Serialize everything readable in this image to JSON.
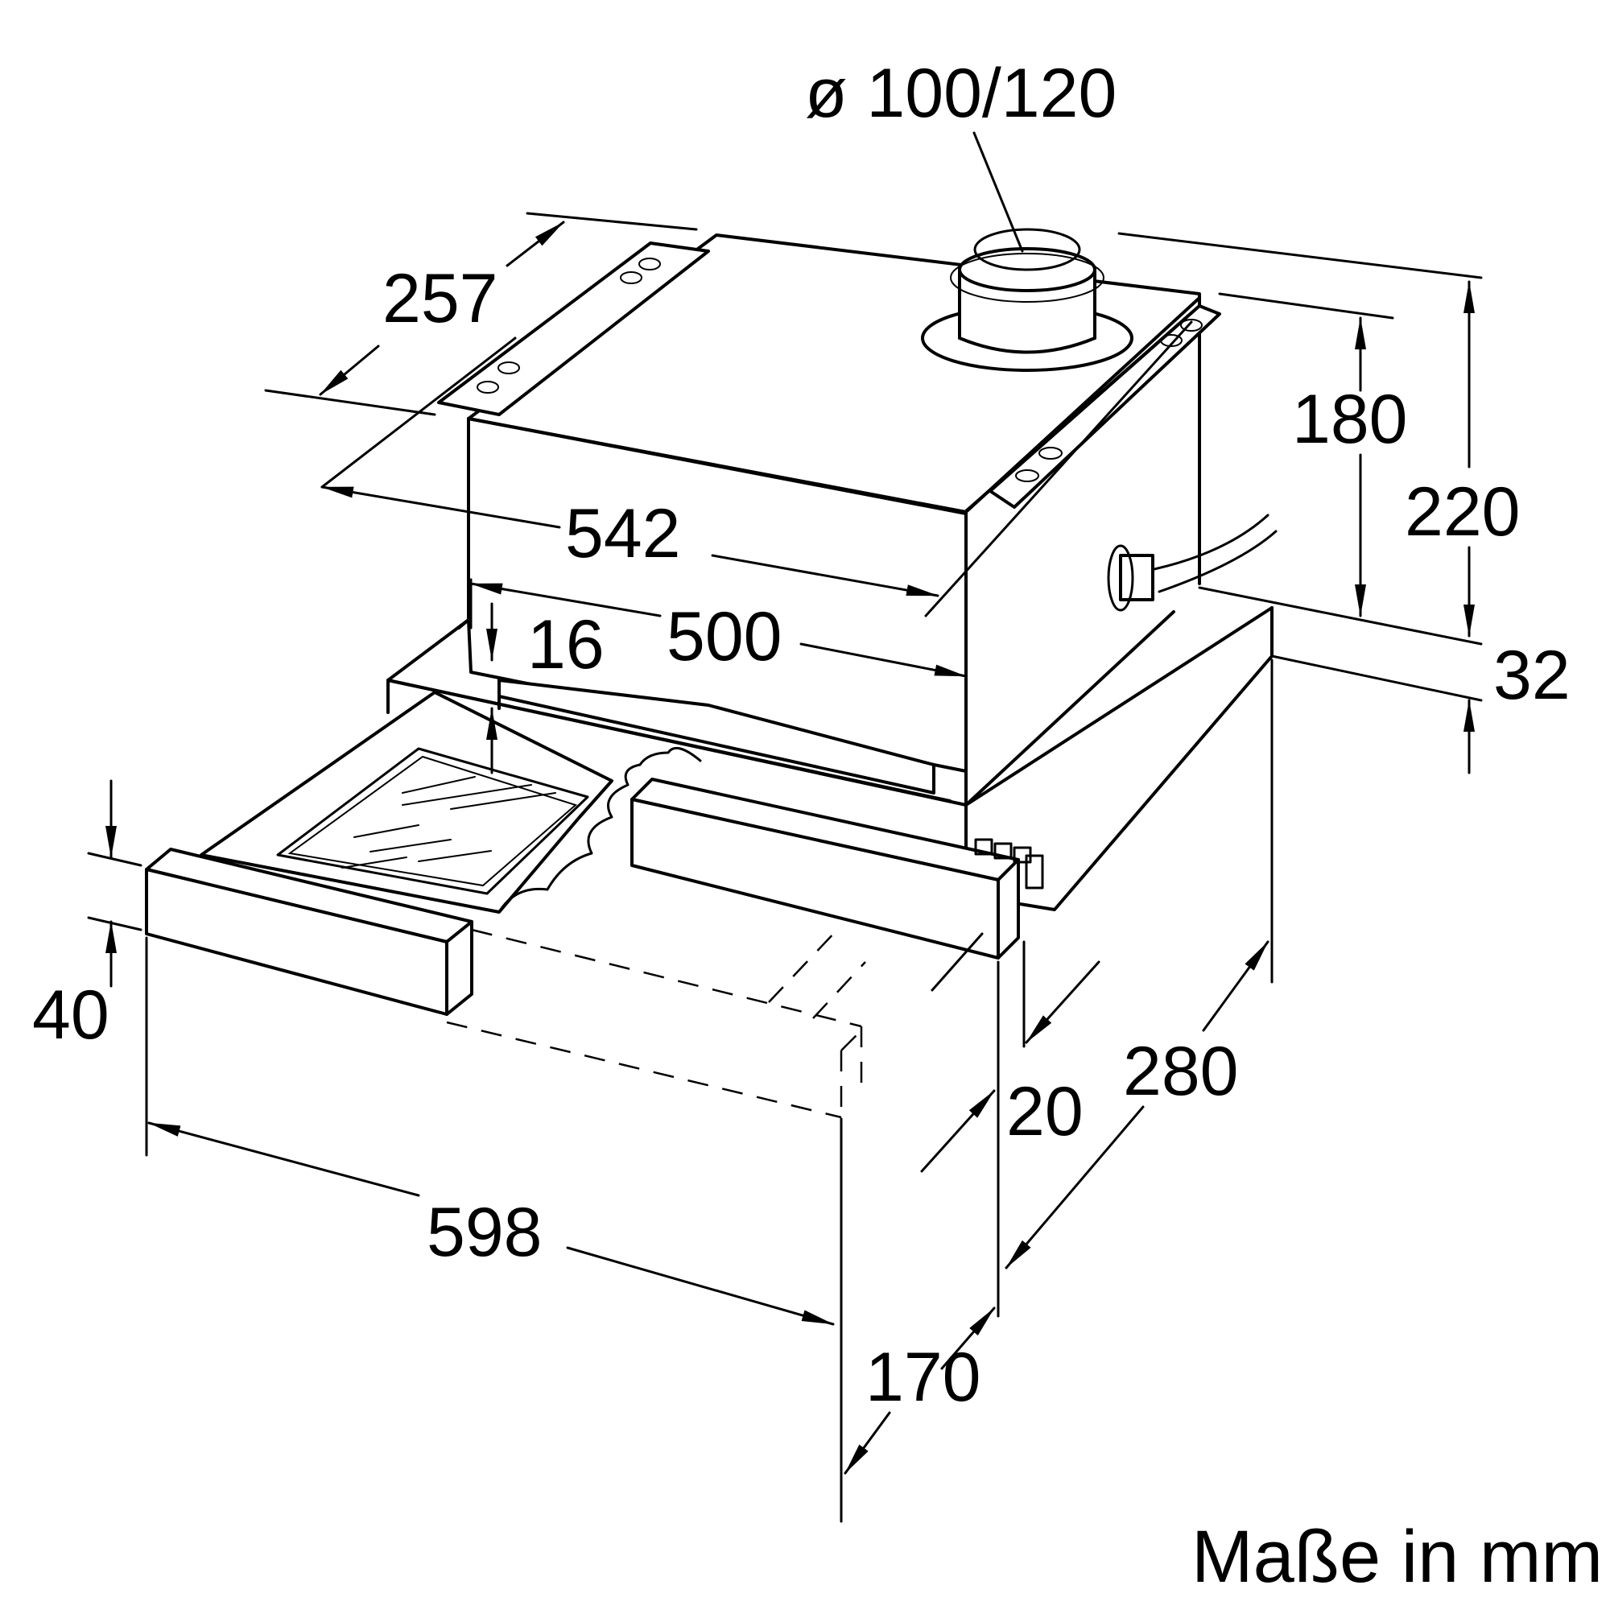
{
  "drawing": {
    "duct_diameter": "ø 100/120",
    "depth_top": "257",
    "height_total": "220",
    "height_body": "180",
    "width_body": "542",
    "width_inner": "500",
    "offset_top": "16",
    "front_bottom": "32",
    "panel_height": "40",
    "width_front": "598",
    "panel_depth": "20",
    "depth_total": "280",
    "depth_lower": "170"
  },
  "units_note": "Maße in mm"
}
